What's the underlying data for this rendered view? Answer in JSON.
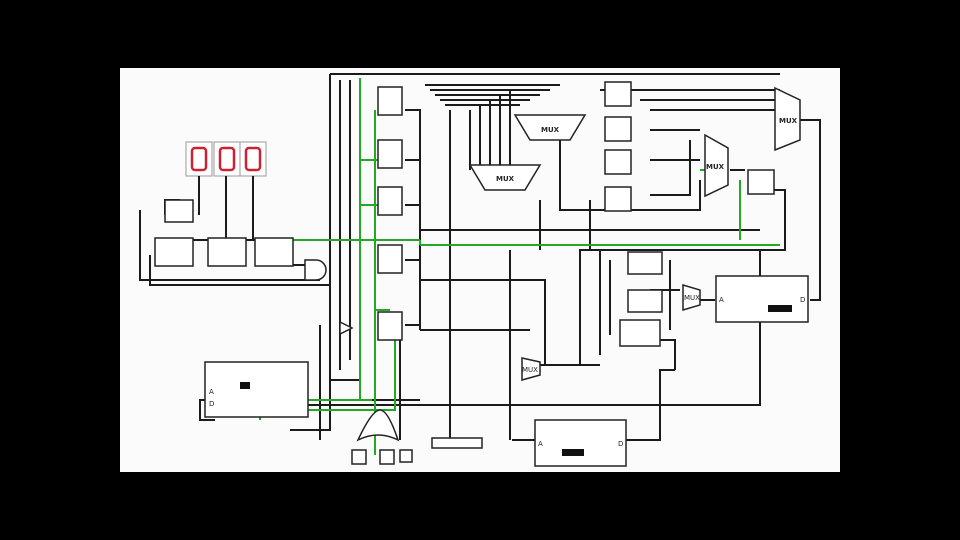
{
  "mux_label": "MUX",
  "port_a": "A",
  "port_d": "D",
  "colors": {
    "wire": "#1b1b1b",
    "active_wire": "#22aa22",
    "segment": "#cc2233",
    "canvas": "#fbfbfb"
  }
}
